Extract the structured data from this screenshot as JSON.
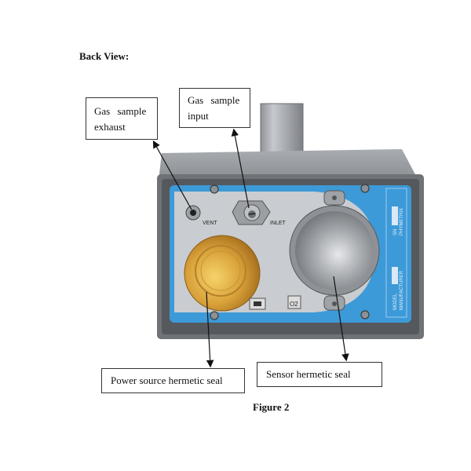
{
  "heading": "Back View:",
  "figure_caption": "Figure 2",
  "callouts": {
    "exhaust": [
      "Gas sample",
      "exhaust"
    ],
    "input": [
      "Gas sample",
      "input"
    ],
    "power": "Power source hermetic seal",
    "sensor": "Sensor hermetic seal"
  },
  "device": {
    "port_labels": {
      "vent": "VENT",
      "inlet": "INLET"
    },
    "usb_icon": "usb-b-port-icon",
    "o2_label": "O2",
    "nameplate": {
      "model_label": "MODEL",
      "manufacturer_label": "MANUFACTURER",
      "sn_label": "SN",
      "manufacturer_name": "PHYMETRIX"
    },
    "colors": {
      "panel_blue": "#3d9ad8",
      "panel_gray": "#c9ccd0",
      "housing": "#7e8186",
      "gold_cap": "#d8a43a",
      "steel_cap": "#b9bcc0"
    }
  }
}
